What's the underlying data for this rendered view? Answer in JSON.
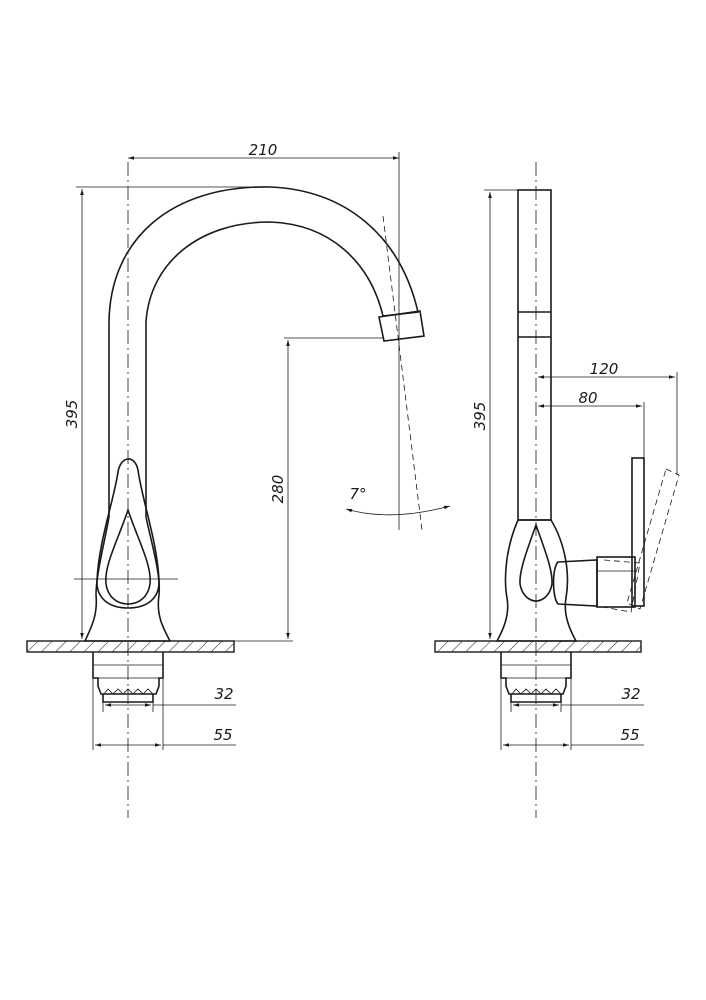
{
  "front_view": {
    "dims": {
      "spout_reach": "210",
      "total_height": "395",
      "spout_outlet_height": "280",
      "spout_angle": "7°",
      "thread_diameter": "32",
      "base_diameter": "55"
    }
  },
  "side_view": {
    "dims": {
      "total_height": "395",
      "handle_throw": "120",
      "handle_length": "80",
      "thread_diameter": "32",
      "base_diameter": "55"
    }
  },
  "colors": {
    "line": "#1a1a1a",
    "background": "#ffffff"
  }
}
